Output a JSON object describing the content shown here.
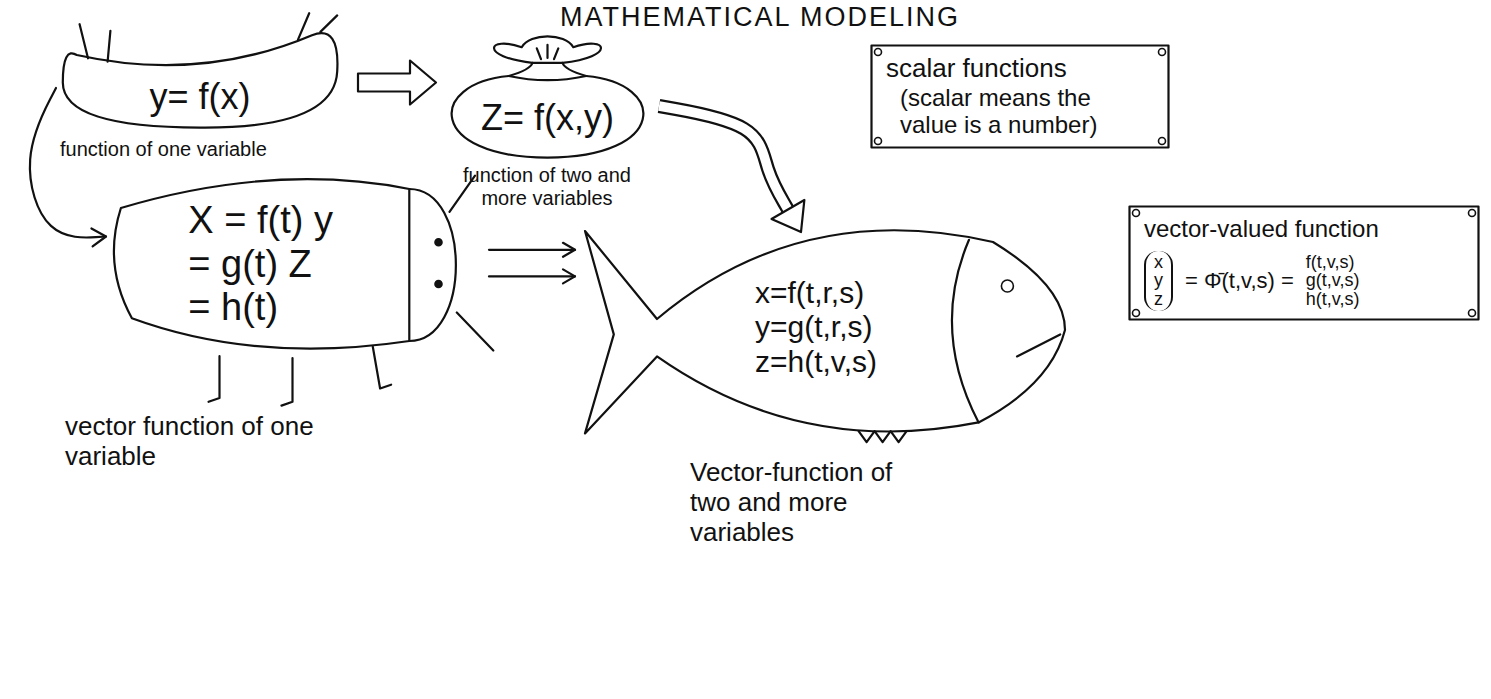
{
  "diagram": {
    "title": "MATHEMATICAL MODELING",
    "nodes": [
      {
        "text": [
          "y= f(x)",
          "function of one variable"
        ]
      },
      {
        "text": [
          "Z= f(x,y)",
          "function of two and more variables"
        ]
      },
      {
        "text": [
          "scalar functions",
          "(scalar means the value is a number)"
        ]
      },
      {
        "text": [
          "X = f(t) y = g(t) Z = h(t)",
          "vector function of one variable"
        ]
      },
      {
        "text": [
          "x=f(t,r,s) y=g(t,r,s) z=h(t,v,s)",
          "Vector-function of two and more variables"
        ]
      },
      {
        "text": [
          "vector-valued function",
          "x y z",
          "= Φ̄(t,v,s) =",
          "f(t,v,s) g(t,v,s) h(t,v,s)"
        ]
      }
    ],
    "edges": [
      {
        "from": 0,
        "to": 1,
        "arrow": "to"
      },
      {
        "from": 0,
        "to": 3,
        "arrow": "to"
      },
      {
        "from": 1,
        "to": 4,
        "arrow": "to"
      },
      {
        "from": 3,
        "to": 4,
        "arrow": "to"
      }
    ]
  }
}
